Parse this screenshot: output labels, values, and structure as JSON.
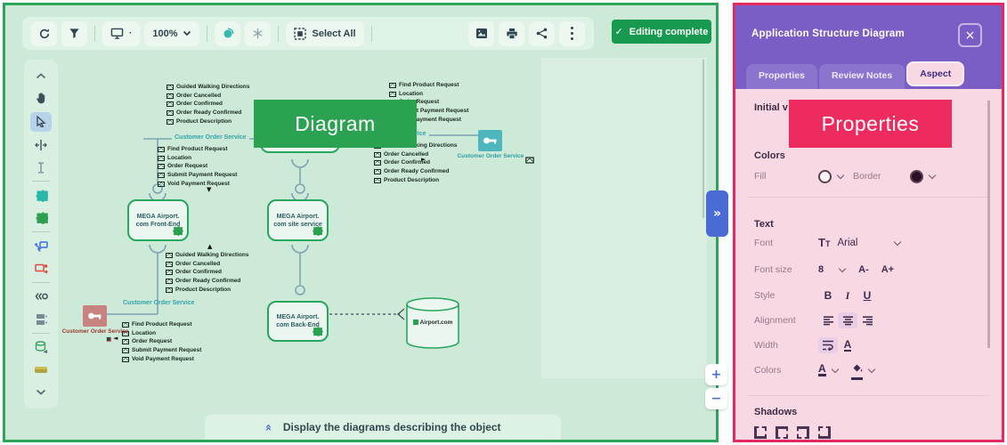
{
  "overlays": {
    "diagram_label": "Diagram",
    "properties_label": "Properties"
  },
  "toolbar": {
    "zoom_value": "100%",
    "select_all_label": "Select All",
    "editing_complete_label": "Editing complete"
  },
  "canvas": {
    "boxes": {
      "front_end": "MEGA Airport.\ncom Front-End",
      "site_service": "MEGA Airport.\ncom site service",
      "back_end": "MEGA Airport.\ncom Back-End",
      "database": "Airport.com"
    },
    "service_label": "Customer Order Service",
    "messages_incoming": [
      "Guided Walking Directions",
      "Order Cancelled",
      "Order Confirmed",
      "Order Ready Confirmed",
      "Product Description"
    ],
    "messages_outgoing": [
      "Find Product Request",
      "Location",
      "Order Request",
      "Submit Payment Request",
      "Void Payment Request"
    ]
  },
  "bottom_bar": {
    "label": "Display the diagrams describing the object"
  },
  "panel": {
    "title": "Application Structure Diagram",
    "tabs": [
      "Properties",
      "Review Notes",
      "Aspect"
    ],
    "initial_section": "Initial v",
    "colors_section": {
      "title": "Colors",
      "fill_label": "Fill",
      "border_label": "Border"
    },
    "text_section": {
      "title": "Text",
      "font_label": "Font",
      "font_value": "Arial",
      "size_label": "Font size",
      "size_value": "8",
      "decrease_label": "A-",
      "increase_label": "A+",
      "style_label": "Style",
      "bold": "B",
      "italic": "I",
      "underline": "U",
      "alignment_label": "Alignment",
      "width_label": "Width",
      "colors_label": "Colors"
    },
    "shadows_section": {
      "title": "Shadows"
    }
  },
  "icons": {
    "close": "×",
    "expander": "»",
    "zoom_in": "+",
    "zoom_out": "−",
    "check": "✓",
    "collapse_up": "«",
    "arrow_right": "►",
    "arrow_left": "◄",
    "arrow_up": "▲",
    "arrow_down": "▼",
    "text_format": "T"
  },
  "colors": {
    "editor_border": "#2ca45a",
    "panel_border": "#e5285f",
    "header_purple": "#7a5ec6",
    "overlay_green": "#2aa251",
    "overlay_pink": "#ee2b5f",
    "editing_button": "#17994f",
    "expander_blue": "#4a6bd3"
  }
}
